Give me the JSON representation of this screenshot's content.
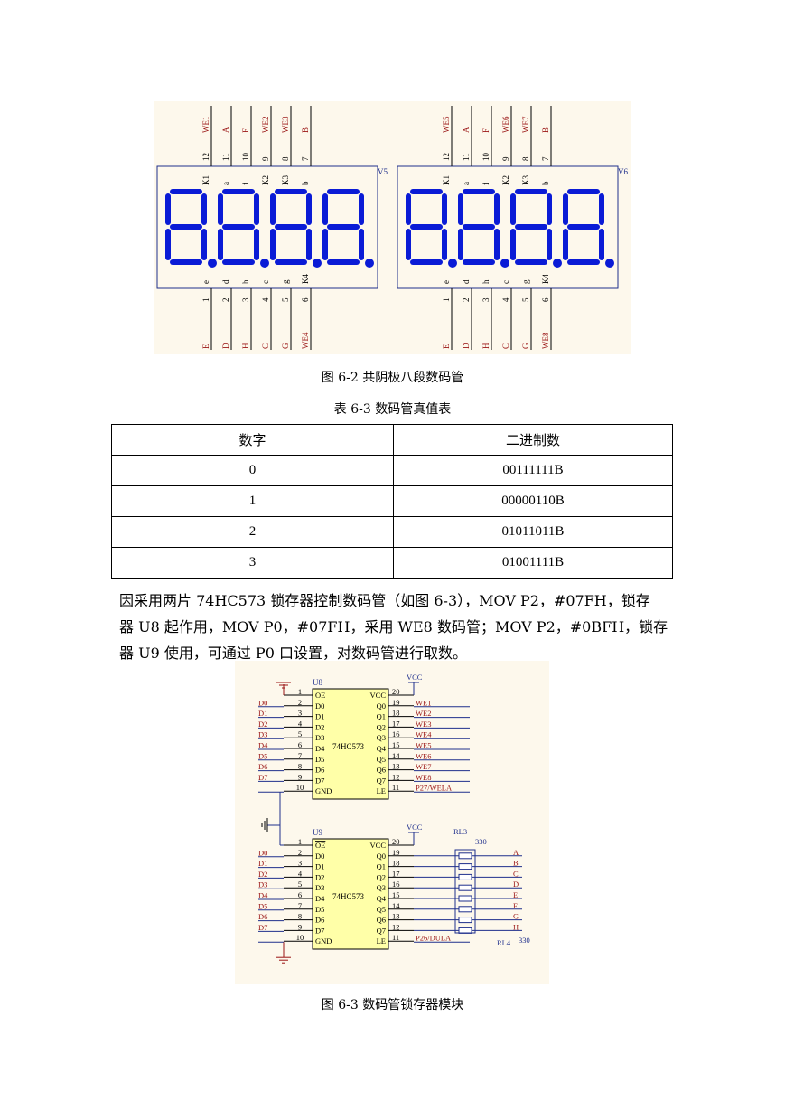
{
  "fig62": {
    "caption": "图 6-2  共阴极八段数码管",
    "display_left": {
      "ref": "V5",
      "top_signals": [
        "WE1",
        "A",
        "F",
        "WE2",
        "WE3",
        "B"
      ],
      "top_pins": [
        "12",
        "11",
        "10",
        "9",
        "8",
        "7"
      ],
      "top_inner": [
        "K1",
        "a",
        "f",
        "K2",
        "K3",
        "b"
      ],
      "bottom_inner": [
        "e",
        "d",
        "h",
        "c",
        "g",
        "K4"
      ],
      "bottom_pins": [
        "1",
        "2",
        "3",
        "4",
        "5",
        "6"
      ],
      "bottom_signals": [
        "E",
        "D",
        "H",
        "C",
        "G",
        "WE4"
      ]
    },
    "display_right": {
      "ref": "V6",
      "top_signals": [
        "WE5",
        "A",
        "F",
        "WE6",
        "WE7",
        "B"
      ],
      "top_pins": [
        "12",
        "11",
        "10",
        "9",
        "8",
        "7"
      ],
      "top_inner": [
        "K1",
        "a",
        "f",
        "K2",
        "K3",
        "b"
      ],
      "bottom_inner": [
        "e",
        "d",
        "h",
        "c",
        "g",
        "K4"
      ],
      "bottom_pins": [
        "1",
        "2",
        "3",
        "4",
        "5",
        "6"
      ],
      "bottom_signals": [
        "E",
        "D",
        "H",
        "C",
        "G",
        "WE8"
      ]
    }
  },
  "table63": {
    "caption": "表 6-3 数码管真值表",
    "headers": [
      "数字",
      "二进制数"
    ],
    "rows": [
      [
        "0",
        "00111111B"
      ],
      [
        "1",
        "00000110B"
      ],
      [
        "2",
        "01011011B"
      ],
      [
        "3",
        "01001111B"
      ]
    ]
  },
  "paragraph": {
    "line1": "因采用两片 74HC573 锁存器控制数码管（如图 6-3），MOV  P2，#07FH，锁存",
    "line2": "器 U8 起作用，MOV  P0，#07FH，采用 WE8 数码管；MOV  P2，#0BFH，锁存",
    "line3": "器 U9 使用，可通过 P0 口设置，对数码管进行取数。"
  },
  "fig63": {
    "caption": "图 6-3  数码管锁存器模块",
    "u8": {
      "ref": "U8",
      "part": "74HC573",
      "vcc": "VCC",
      "left_pins": [
        "1",
        "2",
        "3",
        "4",
        "5",
        "6",
        "7",
        "8",
        "9",
        "10"
      ],
      "left_names": [
        "OE",
        "D0",
        "D1",
        "D2",
        "D3",
        "D4",
        "D5",
        "D6",
        "D7",
        "GND"
      ],
      "left_nets": [
        "",
        "D0",
        "D1",
        "D2",
        "D3",
        "D4",
        "D5",
        "D6",
        "D7",
        ""
      ],
      "right_pins": [
        "20",
        "19",
        "18",
        "17",
        "16",
        "15",
        "14",
        "13",
        "12",
        "11"
      ],
      "right_names": [
        "VCC",
        "Q0",
        "Q1",
        "Q2",
        "Q3",
        "Q4",
        "Q5",
        "Q6",
        "Q7",
        "LE"
      ],
      "right_nets": [
        "",
        "WE1",
        "WE2",
        "WE3",
        "WE4",
        "WE5",
        "WE6",
        "WE7",
        "WE8",
        "P27/WELA"
      ]
    },
    "u9": {
      "ref": "U9",
      "part": "74HC573",
      "vcc": "VCC",
      "left_pins": [
        "1",
        "2",
        "3",
        "4",
        "5",
        "6",
        "7",
        "8",
        "9",
        "10"
      ],
      "left_names": [
        "OE",
        "D0",
        "D1",
        "D2",
        "D3",
        "D4",
        "D5",
        "D6",
        "D7",
        "GND"
      ],
      "left_nets": [
        "",
        "D0",
        "D1",
        "D2",
        "D3",
        "D4",
        "D5",
        "D6",
        "D7",
        ""
      ],
      "right_pins": [
        "20",
        "19",
        "18",
        "17",
        "16",
        "15",
        "14",
        "13",
        "12",
        "11"
      ],
      "right_names": [
        "VCC",
        "Q0",
        "Q1",
        "Q2",
        "Q3",
        "Q4",
        "Q5",
        "Q6",
        "Q7",
        "LE"
      ],
      "right_nets": [
        "",
        "A",
        "B",
        "C",
        "D",
        "E",
        "F",
        "G",
        "H",
        "P26/DULA"
      ]
    },
    "rl3": {
      "ref": "RL3",
      "value": "330"
    },
    "rl4": {
      "ref": "RL4",
      "value": "330"
    }
  },
  "colors": {
    "net_red": "#9a1414",
    "wire_blue": "#1f2f8c",
    "seg_blue": "#0a1bd6",
    "chip_fill": "#ffffa8",
    "bg_tint": "#fdf8ec"
  }
}
